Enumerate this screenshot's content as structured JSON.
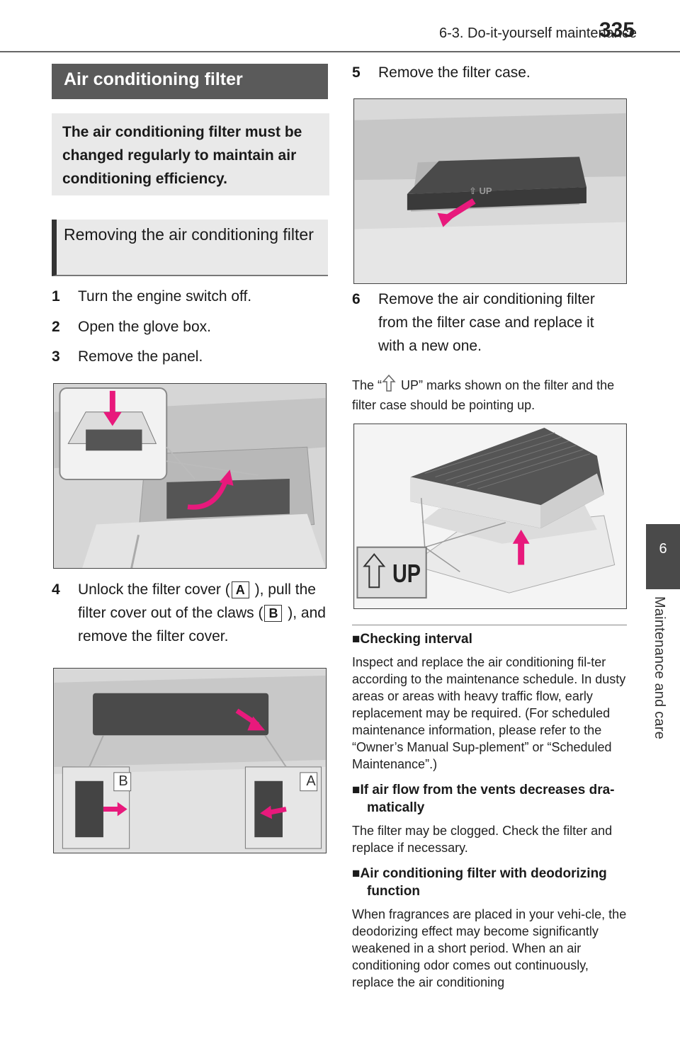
{
  "header": {
    "section": "6-3. Do-it-yourself maintenance",
    "page": "335"
  },
  "side_tab": {
    "number": "6",
    "title": "Maintenance and care"
  },
  "title": "Air conditioning filter",
  "intro": "The air conditioning filter must be changed regularly to maintain air conditioning efficiency.",
  "subheading": "Removing the air conditioning filter",
  "steps": [
    {
      "num": "1",
      "text": "Turn the engine switch off."
    },
    {
      "num": "2",
      "text": "Open the glove box."
    },
    {
      "num": "3",
      "text": "Remove the panel."
    },
    {
      "num": "4",
      "text_1": "Unlock the filter cover (",
      "mark_a": "A",
      "text_2": " ), pull the filter cover out of the claws (",
      "mark_b": "B",
      "text_3": " ), and remove the filter cover."
    },
    {
      "num": "5",
      "text": "Remove the filter case."
    },
    {
      "num": "6",
      "text": "Remove the air conditioning filter from the filter case and replace it with a new one."
    }
  ],
  "up_note": {
    "before": "The “",
    "after": " UP” marks shown on the filter and the filter case should be pointing up."
  },
  "figure_labels": {
    "b": "B",
    "a": "A",
    "up": "UP",
    "up_small": "⇧ UP"
  },
  "notes": [
    {
      "bullet": "■",
      "title": "Checking interval",
      "body": "Inspect and replace the air conditioning fil-ter according to the maintenance schedule. In dusty areas or areas with heavy traffic flow, early replacement may be required. (For scheduled maintenance information, please refer to the “Owner’s Manual Sup-plement” or “Scheduled Maintenance”.)"
    },
    {
      "bullet": "■",
      "title": "If air flow from the vents decreases dra-matically",
      "body": "The filter may be clogged. Check the filter and replace if necessary."
    },
    {
      "bullet": "■",
      "title": "Air conditioning filter with deodorizing function",
      "body": "When fragrances are placed in your vehi-cle, the deodorizing effect may become significantly weakened in a short period. When an air conditioning odor comes out continuously, replace the air conditioning"
    }
  ],
  "colors": {
    "accent": "#e8197c",
    "heading_bar": "#5a5a5a",
    "box_fill": "#e9e9e9"
  }
}
